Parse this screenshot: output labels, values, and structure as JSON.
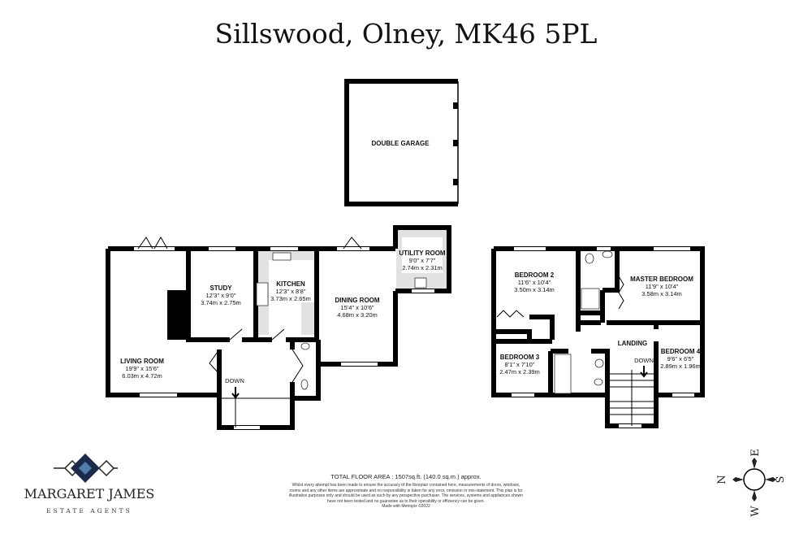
{
  "title": "Sillswood, Olney, MK46 5PL",
  "rooms": {
    "garage": {
      "name": "DOUBLE GARAGE"
    },
    "living": {
      "name": "LIVING ROOM",
      "imperial": "19'9\" x 15'6\"",
      "metric": "6.03m x 4.72m"
    },
    "study": {
      "name": "STUDY",
      "imperial": "12'3\" x 9'0\"",
      "metric": "3.74m x 2.75m"
    },
    "kitchen": {
      "name": "KITCHEN",
      "imperial": "12'3\" x 8'8\"",
      "metric": "3.73m x 2.65m"
    },
    "dining": {
      "name": "DINING ROOM",
      "imperial": "15'4\" x 10'6\"",
      "metric": "4.68m x 3.20m"
    },
    "utility": {
      "name": "UTILITY ROOM",
      "imperial": "9'0\" x 7'7\"",
      "metric": "2.74m x 2.31m"
    },
    "bedroom2": {
      "name": "BEDROOM 2",
      "imperial": "11'6\" x 10'4\"",
      "metric": "3.50m x 3.14m"
    },
    "master": {
      "name": "MASTER BEDROOM",
      "imperial": "11'9\" x 10'4\"",
      "metric": "3.58m x 3.14m"
    },
    "bedroom3": {
      "name": "BEDROOM 3",
      "imperial": "8'1\" x 7'10\"",
      "metric": "2.47m x 2.39m"
    },
    "bedroom4": {
      "name": "BEDROOM 4",
      "imperial": "9'6\" x 6'5\"",
      "metric": "2.89m x 1.96m"
    },
    "landing": {
      "name": "LANDING"
    }
  },
  "stairs": {
    "ground_label": "DOWN",
    "first_label": "DOWN"
  },
  "total_area": "TOTAL FLOOR AREA : 1507sq.ft. (140.0 sq.m.) approx.",
  "disclaimer": "Whilst every attempt has been made to ensure the accuracy of the floorplan contained here, measurements of doors, windows, rooms and any other items are approximate and no responsibility is taken for any error, omission or mis-statement. This plan is for illustrative purposes only and should be used as such by any prospective purchaser. The services, systems and appliances shown have not been tested and no guarantee as to their operability or efficiency can be given.",
  "made_with": "Made with Metropix ©2022",
  "brand": {
    "name": "MARGARET JAMES",
    "sub": "ESTATE AGENTS",
    "colors": {
      "dark": "#1e2a4a",
      "light": "#4f7fa8"
    }
  },
  "compass": {
    "n": "N",
    "e": "E",
    "s": "S",
    "w": "W"
  }
}
